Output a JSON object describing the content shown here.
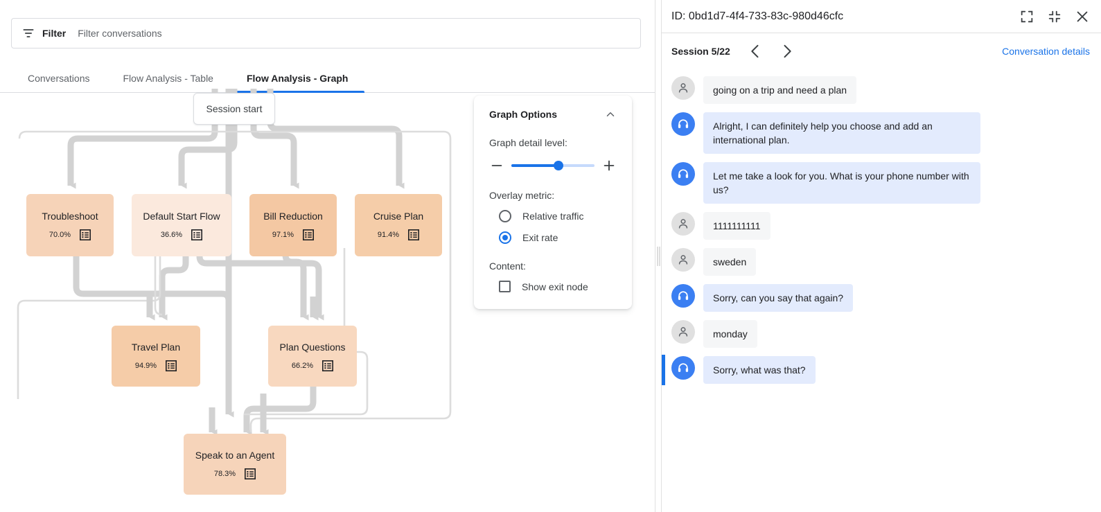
{
  "left": {
    "filter": {
      "icon": "filter-icon",
      "label": "Filter",
      "placeholder": "Filter conversations",
      "value": ""
    },
    "tabs": [
      {
        "label": "Conversations",
        "active": false
      },
      {
        "label": "Flow Analysis - Table",
        "active": false
      },
      {
        "label": "Flow Analysis - Graph",
        "active": true
      }
    ],
    "graph": {
      "start_node_label": "Session start",
      "nodes": [
        {
          "id": "troubleshoot",
          "label": "Troubleshoot",
          "pct": "70.0%",
          "color": "#f6d3b8"
        },
        {
          "id": "default_start",
          "label": "Default Start Flow",
          "pct": "36.6%",
          "color": "#fbe9dd"
        },
        {
          "id": "bill_reduction",
          "label": "Bill Reduction",
          "pct": "97.1%",
          "color": "#f4c8a3"
        },
        {
          "id": "cruise_plan",
          "label": "Cruise Plan",
          "pct": "91.4%",
          "color": "#f5cda9"
        },
        {
          "id": "travel_plan",
          "label": "Travel Plan",
          "pct": "94.9%",
          "color": "#f5cca8"
        },
        {
          "id": "plan_questions",
          "label": "Plan Questions",
          "pct": "66.2%",
          "color": "#f8d8bf"
        },
        {
          "id": "speak_agent",
          "label": "Speak to an Agent",
          "pct": "78.3%",
          "color": "#f6d4ba"
        }
      ],
      "edge_color": "#d2d2d2",
      "thin_edge_color": "#dcdcdc"
    },
    "graph_options": {
      "title": "Graph Options",
      "collapse_icon": "chevron-up-icon",
      "detail_level_label": "Graph detail level:",
      "detail_level_value": 57,
      "minus_icon": "minus-icon",
      "plus_icon": "plus-icon",
      "overlay_metric_label": "Overlay metric:",
      "overlay_options": [
        {
          "label": "Relative traffic",
          "selected": false
        },
        {
          "label": "Exit rate",
          "selected": true
        }
      ],
      "content_label": "Content:",
      "content_options": [
        {
          "label": "Show exit node",
          "checked": false
        }
      ],
      "accent_color": "#1a73e8"
    }
  },
  "right": {
    "header": {
      "conversation_id": "ID: 0bd1d7-4f4-733-83c-980d46cfc",
      "icons": [
        "expand-icon",
        "collapse-icon",
        "close-icon"
      ]
    },
    "session": {
      "label": "Session 5/22",
      "prev_icon": "chevron-left-icon",
      "next_icon": "chevron-right-icon",
      "details_link": "Conversation details",
      "link_color": "#1a73e8"
    },
    "messages": [
      {
        "role": "user",
        "text": "going on a trip and need a plan",
        "highlight": false
      },
      {
        "role": "agent",
        "text": "Alright, I can definitely help you choose and add an international plan.",
        "highlight": false
      },
      {
        "role": "agent",
        "text": "Let me take a look for you. What is your phone number with us?",
        "highlight": false
      },
      {
        "role": "user",
        "text": "1111111111",
        "highlight": false
      },
      {
        "role": "user",
        "text": "sweden",
        "highlight": false
      },
      {
        "role": "agent",
        "text": "Sorry, can you say that again?",
        "highlight": false
      },
      {
        "role": "user",
        "text": "monday",
        "highlight": false
      },
      {
        "role": "agent",
        "text": "Sorry, what was that?",
        "highlight": true
      }
    ]
  }
}
